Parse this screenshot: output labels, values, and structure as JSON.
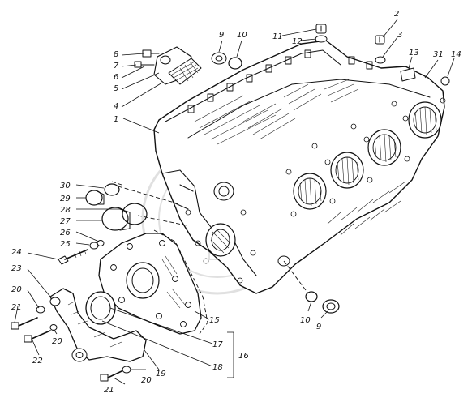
{
  "figure": {
    "callouts": [
      {
        "id": "c1",
        "text": "1"
      },
      {
        "id": "c2",
        "text": "2"
      },
      {
        "id": "c3",
        "text": "3"
      },
      {
        "id": "c4",
        "text": "4"
      },
      {
        "id": "c5",
        "text": "5"
      },
      {
        "id": "c6",
        "text": "6"
      },
      {
        "id": "c7",
        "text": "7"
      },
      {
        "id": "c8",
        "text": "8"
      },
      {
        "id": "c9a",
        "text": "9"
      },
      {
        "id": "c9b",
        "text": "9"
      },
      {
        "id": "c10a",
        "text": "10"
      },
      {
        "id": "c10b",
        "text": "10"
      },
      {
        "id": "c11",
        "text": "11"
      },
      {
        "id": "c12",
        "text": "12"
      },
      {
        "id": "c13",
        "text": "13"
      },
      {
        "id": "c14",
        "text": "14"
      },
      {
        "id": "c15",
        "text": "15"
      },
      {
        "id": "c16",
        "text": "16"
      },
      {
        "id": "c17",
        "text": "17"
      },
      {
        "id": "c18",
        "text": "18"
      },
      {
        "id": "c19",
        "text": "19"
      },
      {
        "id": "c20a",
        "text": "20"
      },
      {
        "id": "c20b",
        "text": "20"
      },
      {
        "id": "c20c",
        "text": "20"
      },
      {
        "id": "c21a",
        "text": "21"
      },
      {
        "id": "c21b",
        "text": "21"
      },
      {
        "id": "c22",
        "text": "22"
      },
      {
        "id": "c23",
        "text": "23"
      },
      {
        "id": "c24",
        "text": "24"
      },
      {
        "id": "c25",
        "text": "25"
      },
      {
        "id": "c26",
        "text": "26"
      },
      {
        "id": "c27",
        "text": "27"
      },
      {
        "id": "c28",
        "text": "28"
      },
      {
        "id": "c29",
        "text": "29"
      },
      {
        "id": "c30",
        "text": "30"
      },
      {
        "id": "c31",
        "text": "31"
      }
    ]
  }
}
